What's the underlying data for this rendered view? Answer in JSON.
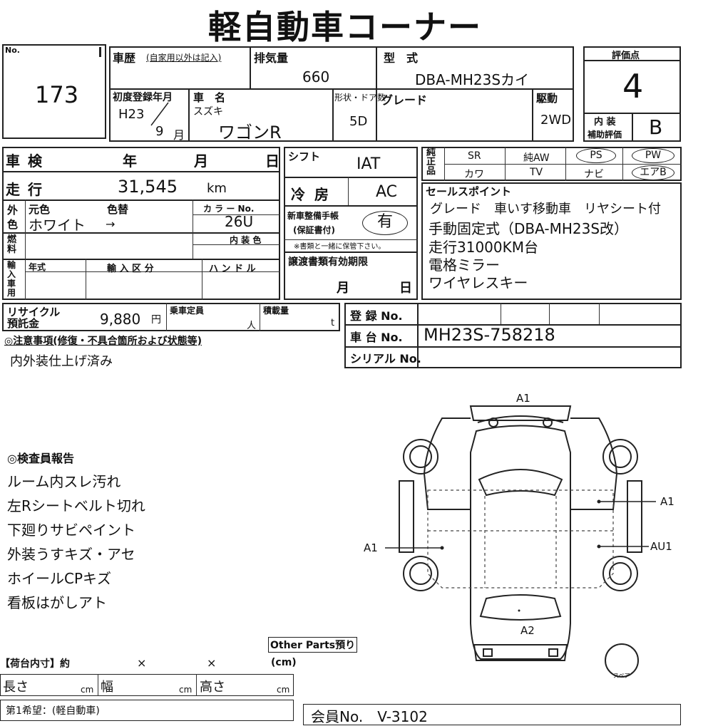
{
  "title": "軽自動車コーナー",
  "lot": {
    "label": "No.",
    "value": "173"
  },
  "history": {
    "label": "車歴",
    "note": "(自家用以外は記入)"
  },
  "displacement": {
    "label": "排気量",
    "value": "660"
  },
  "model": {
    "label": "型　式",
    "value": "DBA-MH23Sカイ"
  },
  "score": {
    "label": "評価点",
    "value": "4",
    "interior_label": "内 装",
    "interior_sub": "補助評価",
    "interior_value": "B"
  },
  "first_reg": {
    "label": "初度登録年月",
    "era": "H23",
    "month": "9",
    "month_unit": "月"
  },
  "car_name": {
    "label": "車　名",
    "maker": "スズキ",
    "name": "ワゴンR"
  },
  "doors": {
    "label": "形状・ドア数",
    "value": "5D"
  },
  "grade": {
    "label": "グレード"
  },
  "drive": {
    "label": "駆動",
    "value": "2WD"
  },
  "inspection": {
    "label": "車 検",
    "year": "年",
    "month": "月",
    "day": "日"
  },
  "mileage": {
    "label": "走 行",
    "value": "31,545",
    "unit": "km"
  },
  "color": {
    "side_label_1": "外",
    "side_label_2": "色",
    "orig_label": "元色",
    "change_label": "色替",
    "value": "ホワイト",
    "arrow": "→",
    "code_label": "カ ラ ー No.",
    "code": "26U",
    "interior_label": "内 装 色"
  },
  "fuel": {
    "label": "燃料"
  },
  "import": {
    "label": "輸入車用",
    "year_label": "年式",
    "type_label": "輸 入 区 分",
    "handle_label": "ハ ン ド ル"
  },
  "shift": {
    "label": "シフト",
    "value": "IAT"
  },
  "aircon": {
    "label": "冷 房",
    "value": "AC"
  },
  "manual": {
    "label1": "新車整備手帳",
    "label2": "(保証書付)",
    "value": "有",
    "note": "※書類と一緒に保管下さい。"
  },
  "transfer": {
    "label": "譲渡書類有効期限",
    "month": "月",
    "day": "日"
  },
  "options": {
    "side_label": "純正品",
    "row1": [
      "SR",
      "純AW",
      "PS",
      "PW"
    ],
    "row2": [
      "カワ",
      "TV",
      "ナビ",
      "エアB"
    ]
  },
  "sales_points": {
    "label": "セールスポイント",
    "lines": [
      "グレード　車いす移動車　リヤシート付",
      "手動固定式（DBA-MH23S改）",
      "走行31000KM台",
      "電格ミラー",
      "ワイヤレスキー"
    ]
  },
  "recycle": {
    "label1": "リサイクル",
    "label2": "預託金",
    "value": "9,880",
    "unit": "円"
  },
  "capacity": {
    "label": "乗車定員",
    "unit": "人"
  },
  "load": {
    "label": "積載量",
    "unit": "t"
  },
  "registration": {
    "label": "登 録 No."
  },
  "chassis": {
    "label": "車 台 No.",
    "value": "MH23S-758218"
  },
  "serial": {
    "label": "シリアル No."
  },
  "caution": {
    "label": "◎注意事項(修復・不具合箇所および状態等)",
    "text": "内外装仕上げ済み"
  },
  "inspector": {
    "label": "◎検査員報告",
    "lines": [
      "ルーム内スレ汚れ",
      "左Rシートベルト切れ",
      "下廻りサビペイント",
      "外装うすキズ・アセ",
      "ホイールCPキズ",
      "看板はがしアト"
    ]
  },
  "diagram": {
    "marks": [
      "A1",
      "A1",
      "AU1",
      "A1",
      "A2"
    ],
    "spare_label": "スペア"
  },
  "cargo": {
    "label": "【荷台内寸】約",
    "x1": "×",
    "x2": "×",
    "unit": "(cm)",
    "other_parts": "Other Parts預り"
  },
  "dims": {
    "length": "長さ",
    "width": "幅",
    "height": "高さ",
    "cm": "cm"
  },
  "bottom": {
    "wish": "第1希望：(軽自動車)",
    "member": "会員No.　V-3102"
  }
}
